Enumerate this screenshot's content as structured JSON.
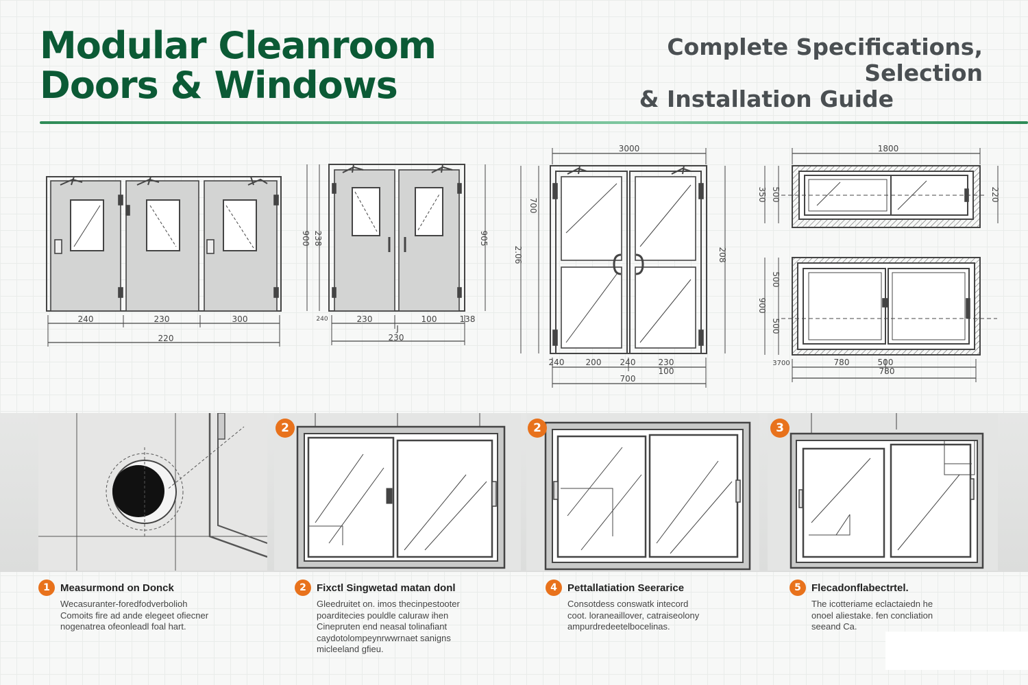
{
  "header": {
    "title_line1": "Modular Cleanroom",
    "title_line2": "Doors & Windows",
    "subtitle_line1": "Complete Specifications, Selection",
    "subtitle_line2": "& Installation Guide"
  },
  "colors": {
    "title_green": "#0b5a35",
    "accent_orange": "#e8721c",
    "rule_green": "#2e8b57"
  },
  "drawings": {
    "triple_door": {
      "dims": [
        "240",
        "230",
        "300",
        "220"
      ]
    },
    "double_door": {
      "dims": [
        "900",
        "238",
        "905",
        "240",
        "230",
        "100",
        "138",
        "230",
        "J"
      ]
    },
    "glass_door": {
      "dims": [
        "3000",
        "700",
        "2.06",
        "208",
        "240",
        "200",
        "240",
        "230",
        "100",
        "700"
      ]
    },
    "window_top": {
      "dims": [
        "1800",
        "350",
        "500",
        "220"
      ]
    },
    "window_bottom": {
      "dims": [
        "900",
        "500",
        "500",
        "780",
        "500",
        "3700",
        "780"
      ]
    }
  },
  "photos": [
    {
      "badge": ""
    },
    {
      "badge": "2"
    },
    {
      "badge": "2"
    },
    {
      "badge": "3"
    }
  ],
  "steps": [
    {
      "num": "1",
      "title": "Measurmond on Donck",
      "lines": [
        "Wecasuranter-foredfodverbolioh",
        "Comoits fire ad ande elegeet ofiecner",
        "nogenatrea ofeonleadl foal hart."
      ]
    },
    {
      "num": "2",
      "title": "Fixctl Singwetad matan donl",
      "lines": [
        "Gleedruitet on. imos thecinpestooter",
        "poarditecies pouldle caluraw ihen",
        "Cinepruten end neasal tolinafiant",
        "caydotolompeynrwwrnaet sanigns",
        "micleeland gfieu."
      ]
    },
    {
      "num": "4",
      "title": "Pettallatiation Seerarice",
      "lines": [
        "Consotdess conswatk intecord",
        "coot. loraneaillover, catraiseolony",
        "ampurdredeetelbocelinas."
      ]
    },
    {
      "num": "5",
      "title": "Flecadonflabectrtel.",
      "lines": [
        "The icotteriame eclactaiedn he",
        "onoel aliestake. fen concliation",
        "seeand Ca."
      ]
    }
  ]
}
